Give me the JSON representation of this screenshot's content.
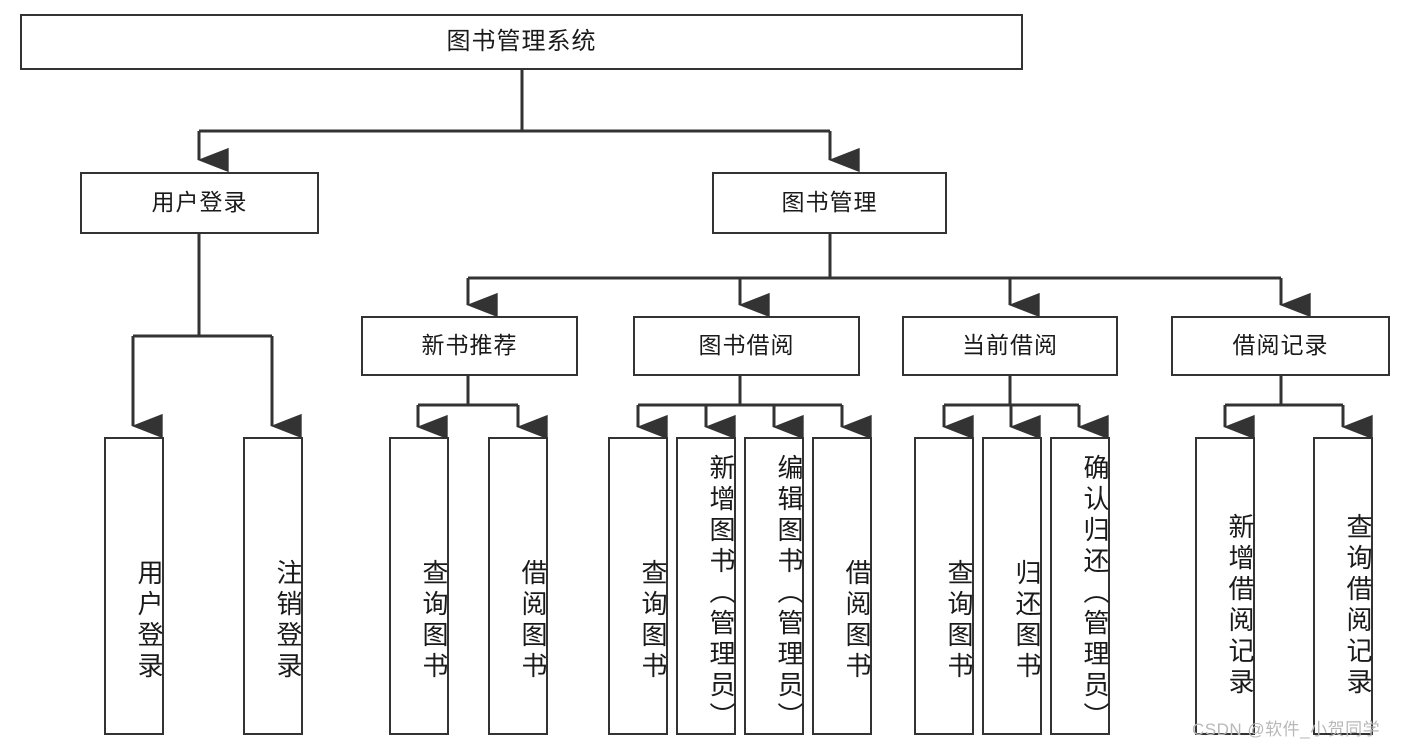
{
  "diagram": {
    "title": "图书管理系统",
    "type": "hierarchy-tree",
    "root": {
      "label": "图书管理系统"
    },
    "level2": [
      {
        "label": "用户登录"
      },
      {
        "label": "图书管理"
      }
    ],
    "level3": [
      {
        "label": "新书推荐"
      },
      {
        "label": "图书借阅"
      },
      {
        "label": "当前借阅"
      },
      {
        "label": "借阅记录"
      }
    ],
    "leaves": {
      "user_login": [
        {
          "label": "用户登录"
        },
        {
          "label": "注销登录"
        }
      ],
      "new_book_recommend": [
        {
          "label": "查询图书"
        },
        {
          "label": "借阅图书"
        }
      ],
      "book_borrow": [
        {
          "label": "查询图书"
        },
        {
          "label": "新增图书（管理员）"
        },
        {
          "label": "编辑图书（管理员）"
        },
        {
          "label": "借阅图书"
        }
      ],
      "current_borrow": [
        {
          "label": "查询图书"
        },
        {
          "label": "归还图书"
        },
        {
          "label": "确认归还（管理员）"
        }
      ],
      "borrow_record": [
        {
          "label": "新增借阅记录"
        },
        {
          "label": "查询借阅记录"
        }
      ]
    }
  },
  "watermark": {
    "text": "CSDN @软件_小贺同学"
  },
  "colors": {
    "stroke": "#333333",
    "background": "#ffffff",
    "text": "#1a1a1a",
    "watermark": "#b8b8b8"
  }
}
